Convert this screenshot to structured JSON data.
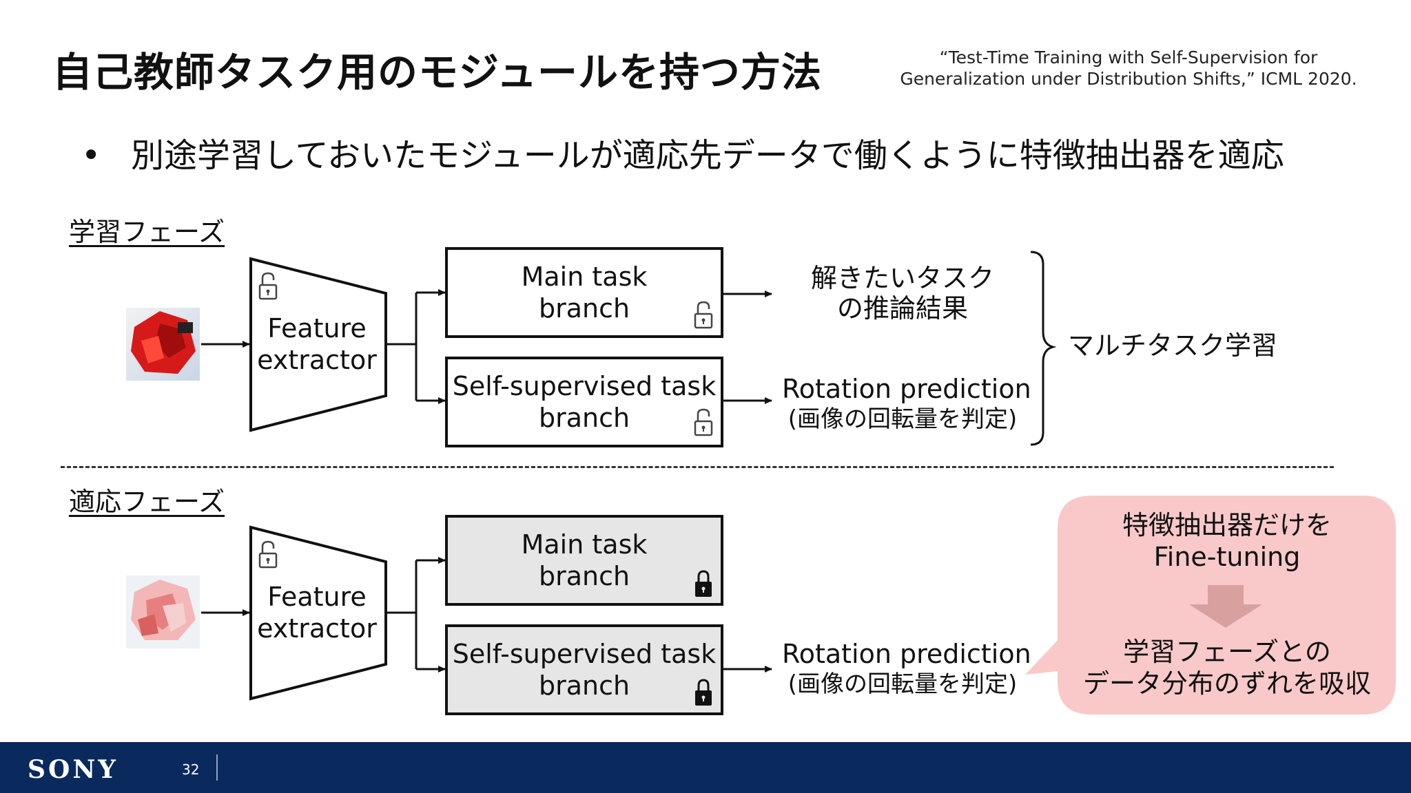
{
  "title": "自己教師タスク用のモジュールを持つ方法",
  "citation": "“Test-Time Training with Self-Supervision for Generalization under Distribution Shifts,” ICML 2020.",
  "bullet": "別途学習しておいたモジュールが適応先データで働くように特徴抽出器を適応",
  "training_phase": {
    "label": "学習フェーズ",
    "feature_extractor": "Feature extractor",
    "main_branch": [
      "Main task",
      "branch"
    ],
    "ssl_branch": [
      "Self-supervised task",
      "branch"
    ],
    "main_output": [
      "解きたいタスク",
      "の推論結果"
    ],
    "ssl_output": [
      "Rotation prediction",
      "(画像の回転量を判定)"
    ],
    "multitask_label": "マルチタスク学習"
  },
  "adaptation_phase": {
    "label": "適応フェーズ",
    "feature_extractor": "Feature extractor",
    "main_branch": [
      "Main task",
      "branch"
    ],
    "ssl_branch": [
      "Self-supervised task",
      "branch"
    ],
    "ssl_output": [
      "Rotation prediction",
      "(画像の回転量を判定)"
    ]
  },
  "callout": {
    "top": [
      "特徴抽出器だけを",
      "Fine-tuning"
    ],
    "bottom": [
      "学習フェーズとの",
      "データ分布のずれを吸収"
    ]
  },
  "footer": {
    "brand": "SONY",
    "page": "32"
  },
  "colors": {
    "footer": "#0a2a5e",
    "callout": "#f9c9c9",
    "frozen_box": "#e6e6e6",
    "arrow_down": "#d9a0a0"
  }
}
